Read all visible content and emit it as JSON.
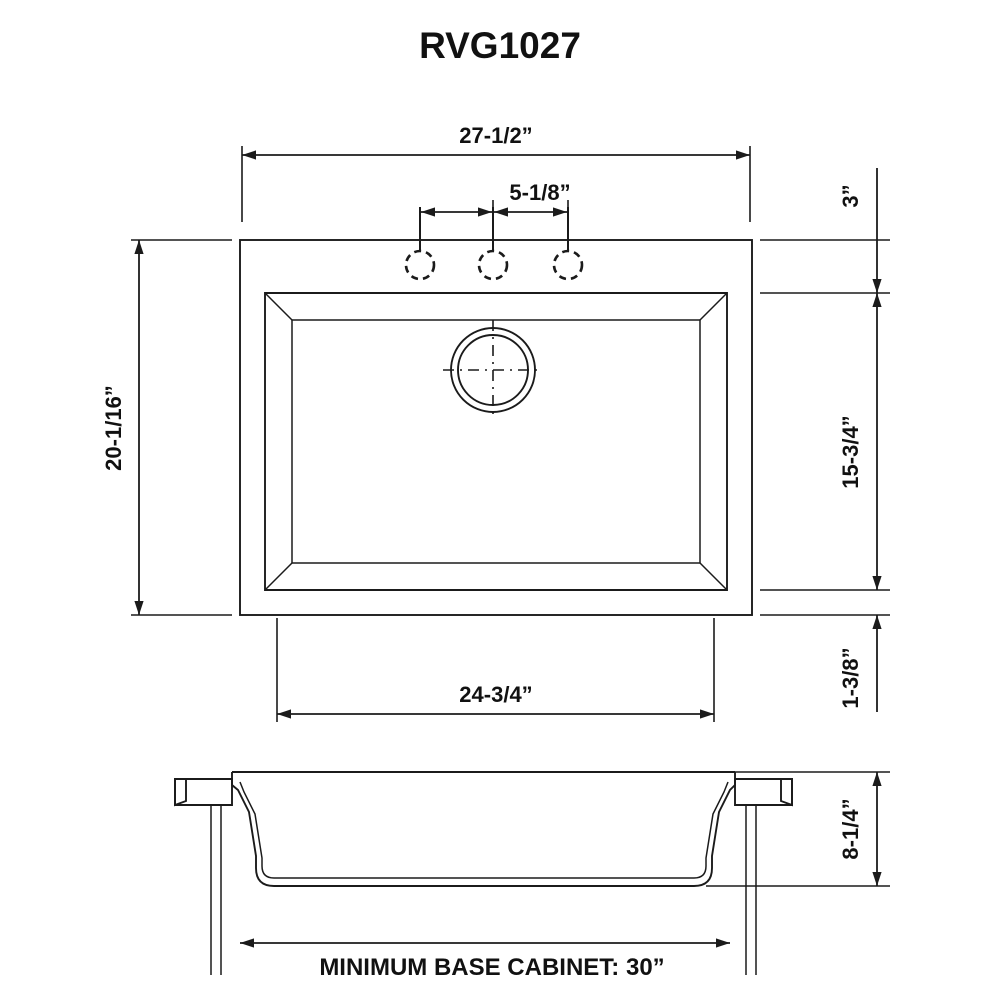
{
  "document": {
    "title": "RVG1027",
    "type": "kitchen-sink-specification-drawing",
    "units": "inches"
  },
  "top_view": {
    "name": "top-view",
    "dimensions": {
      "overall_width": "27-1/2”",
      "faucet_hole_spacing": "5-1/8”",
      "overall_depth": "20-1/16”",
      "bowl_width": "24-3/4”",
      "rim_to_bowl_top": "3”",
      "bowl_depth": "15-3/4”",
      "bowl_to_rim_bottom": "1-3/8”"
    },
    "faucet_holes": {
      "count": 3,
      "style": "hidden-dashed"
    },
    "drain": {
      "style": "concentric-circles-with-centerlines"
    }
  },
  "section_view": {
    "name": "section-view",
    "dimensions": {
      "bowl_height": "8-1/4”"
    },
    "note": "MINIMUM BASE CABINET: 30”"
  },
  "colors": {
    "line": "#1b1b1b",
    "background": "#ffffff",
    "text": "#111111"
  }
}
